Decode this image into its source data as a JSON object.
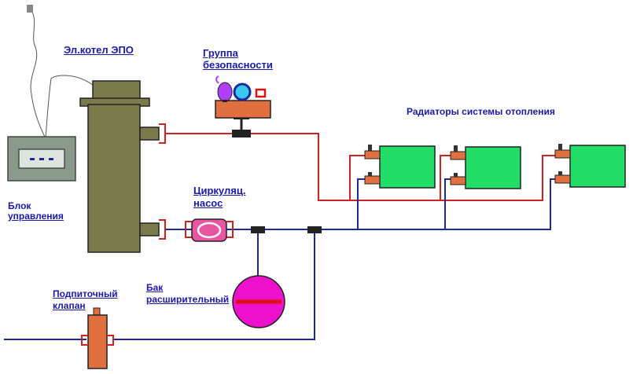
{
  "labels": {
    "boiler": "Эл.котел ЭПО",
    "safety_line1": "Группа",
    "safety_line2": "безопасности",
    "radiators": "Радиаторы системы отопления",
    "control_line1": "Блок",
    "control_line2": "управления",
    "pump_line1": "Циркуляц.",
    "pump_line2": "насос",
    "tank_line1": "Бак",
    "tank_line2": "расширительный",
    "valve_line1": "Подпиточный",
    "valve_line2": "клапан"
  },
  "colors": {
    "supply_pipe": "#cc2222",
    "return_pipe": "#1a2a99",
    "radiator": "#22dd66",
    "boiler": "#7a7a4a",
    "fitting": "#e07040",
    "tank": "#ee11cc",
    "pump": "#e855a0",
    "control_unit": "#8a9a8a",
    "label_text": "#1a1aa8"
  }
}
